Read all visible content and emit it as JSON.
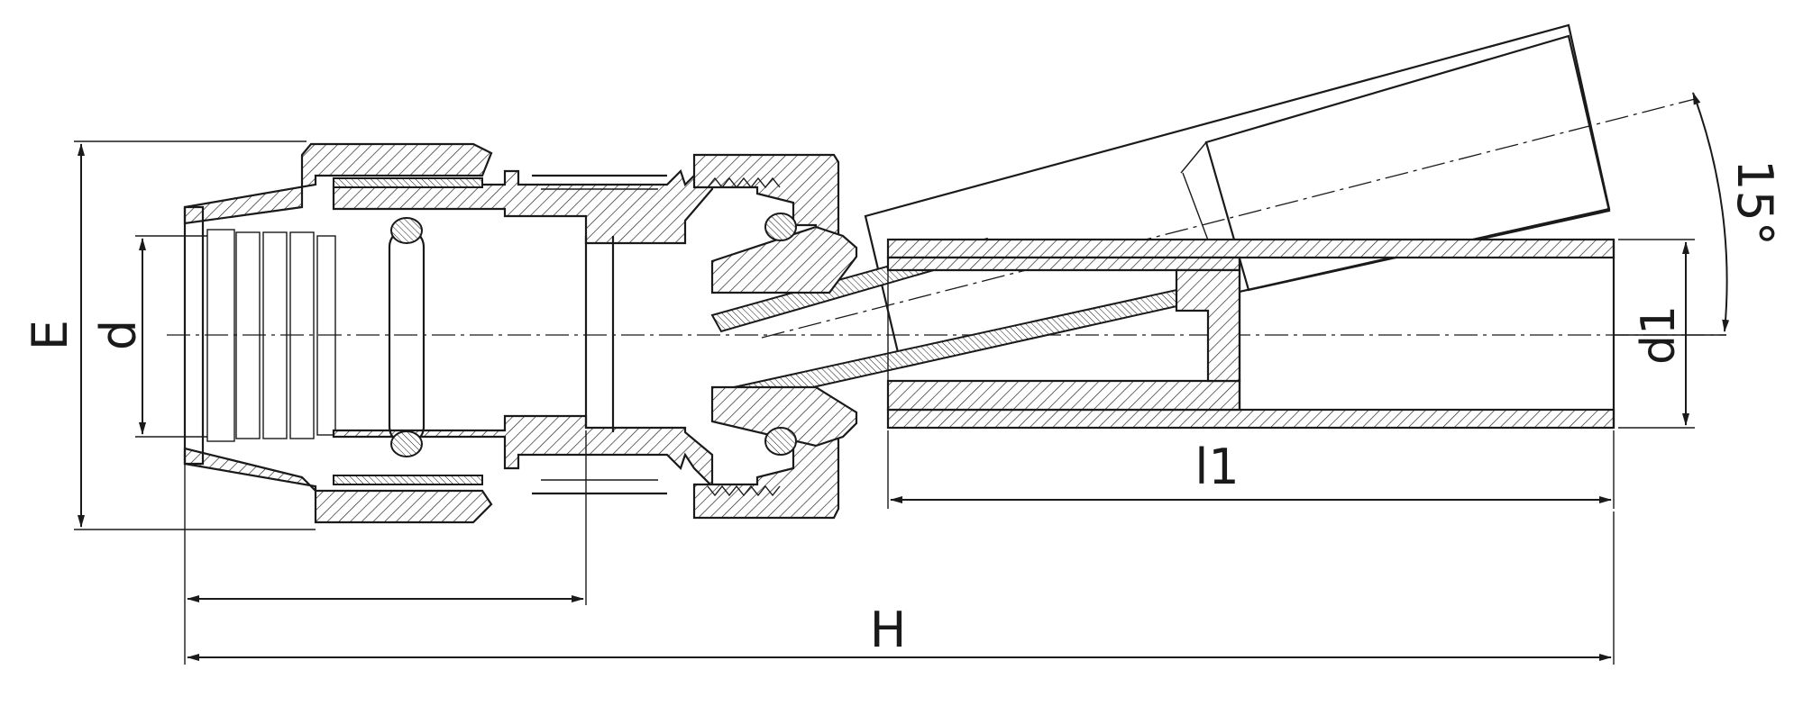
{
  "dimensions": {
    "E": "E",
    "d": "d",
    "d1": "d1",
    "l1": "l1",
    "H": "H",
    "angle": "15°"
  },
  "colors": {
    "line": "#1a1a1a",
    "background": "#ffffff"
  }
}
